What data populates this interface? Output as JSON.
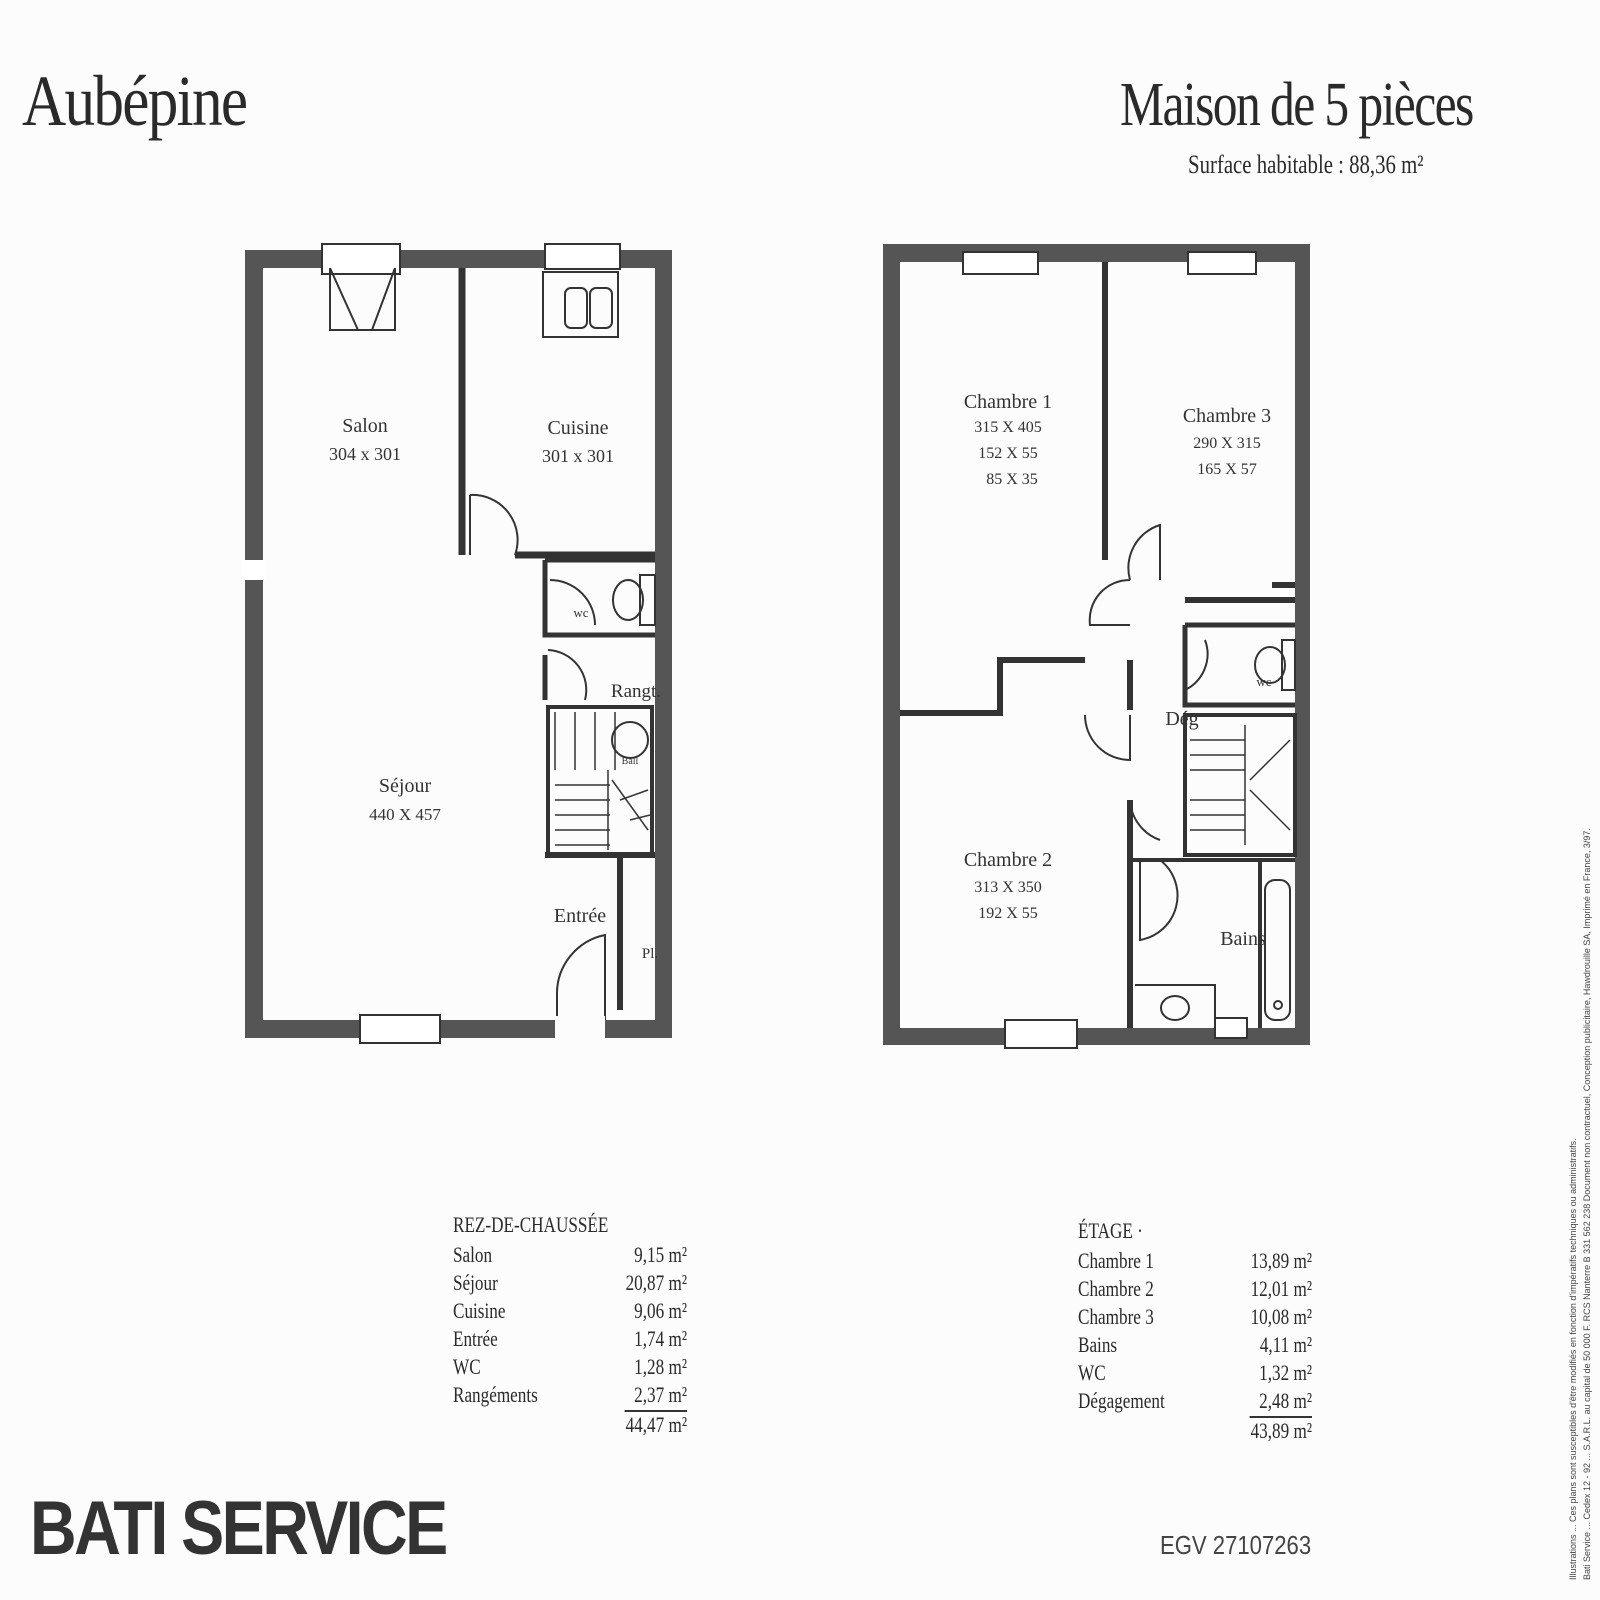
{
  "header": {
    "title": "Aubépine",
    "subtitle": "Maison de 5 pièces",
    "surface": "Surface habitable : 88,36 m²"
  },
  "ground_plan": {
    "rooms": [
      {
        "name": "Salon",
        "dims": [
          "304 x 301"
        ]
      },
      {
        "name": "Cuisine",
        "dims": [
          "301 x 301"
        ]
      },
      {
        "name": "Séjour",
        "dims": [
          "440 X 457"
        ]
      },
      {
        "name": "Entrée",
        "dims": []
      },
      {
        "name": "Rangt.",
        "dims": []
      },
      {
        "name": "wc",
        "dims": []
      },
      {
        "name": "Pl.",
        "dims": []
      },
      {
        "name": "Ball",
        "dims": []
      }
    ]
  },
  "upper_plan": {
    "rooms": [
      {
        "name": "Chambre 1",
        "dims": [
          "315 X 405",
          "152 X  55",
          "85 X  35"
        ]
      },
      {
        "name": "Chambre 3",
        "dims": [
          "290 X 315",
          "165 X  57"
        ]
      },
      {
        "name": "Chambre 2",
        "dims": [
          "313 X 350",
          "192 X  55"
        ]
      },
      {
        "name": "Dég",
        "dims": []
      },
      {
        "name": "Bains",
        "dims": []
      },
      {
        "name": "wc",
        "dims": []
      }
    ]
  },
  "ground_table": {
    "heading": "REZ-DE-CHAUSSÉE",
    "rows": [
      {
        "room": "Salon",
        "area": "9,15 m²"
      },
      {
        "room": "Séjour",
        "area": "20,87 m²"
      },
      {
        "room": "Cuisine",
        "area": "9,06 m²"
      },
      {
        "room": "Entrée",
        "area": "1,74 m²"
      },
      {
        "room": "WC",
        "area": "1,28 m²"
      },
      {
        "room": "Rangéments",
        "area": "2,37 m²"
      }
    ],
    "total": "44,47 m²"
  },
  "upper_table": {
    "heading": "ÉTAGE ·",
    "rows": [
      {
        "room": "Chambre 1",
        "area": "13,89 m²"
      },
      {
        "room": "Chambre 2",
        "area": "12,01 m²"
      },
      {
        "room": "Chambre 3",
        "area": "10,08 m²"
      },
      {
        "room": "Bains",
        "area": "4,11 m²"
      },
      {
        "room": "WC",
        "area": "1,32 m²"
      },
      {
        "room": "Dégagement",
        "area": "2,48 m²"
      }
    ],
    "total": "43,89 m²"
  },
  "footer": {
    "brand": "BATI SERVICE",
    "code": "EGV 27107263",
    "legal": [
      "Illustrations ... Ces plans sont susceptibles d'être modifiés en fonction d'impératifs techniques ou administratifs.",
      "Bati Service ... Cedex 12 - 92 ... S.A.R.L. au capital de 50 000 F. RCS Nanterre B 331 562 238 Document non contractuel, Conception publicitaire, Hawdrouille SA, Imprimé en France, 3/97."
    ]
  }
}
